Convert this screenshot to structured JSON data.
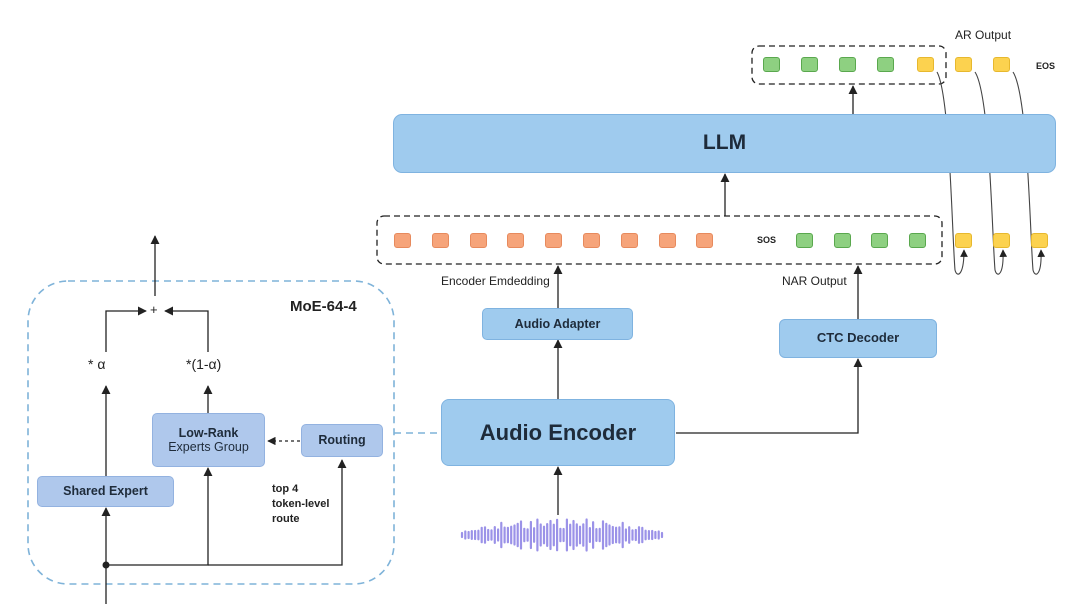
{
  "moe": {
    "title": "MoE-64-4",
    "plus": "+",
    "alpha": "* α",
    "one_minus_alpha": "*(1-α)",
    "shared_expert": "Shared Expert",
    "low_rank_line1": "Low-Rank",
    "low_rank_line2": "Experts Group",
    "routing": "Routing",
    "route_note_line1": "top 4",
    "route_note_line2": "token-level",
    "route_note_line3": "route"
  },
  "pipeline": {
    "llm": "LLM",
    "audio_encoder": "Audio Encoder",
    "audio_adapter": "Audio Adapter",
    "ctc_decoder": "CTC Decoder",
    "encoder_embedding_label": "Encoder Emdedding",
    "nar_output_label": "NAR Output",
    "ar_output_label": "AR Output",
    "sos": "SOS",
    "eos": "EOS"
  },
  "tokens": {
    "encoder_embedding_count": 9,
    "nar_output_count": 4,
    "ar_green_count": 4,
    "ar_yellow_count": 3,
    "fed_back_count": 3
  },
  "colors": {
    "block_dark": "#9fcbee",
    "block_light": "#afc8ec",
    "token_embedding": "#f6a47a",
    "token_text": "#8ed081",
    "token_autoregressive": "#fcd24f",
    "waveform": "#9b92e8",
    "moe_border": "#7fb3d9"
  }
}
